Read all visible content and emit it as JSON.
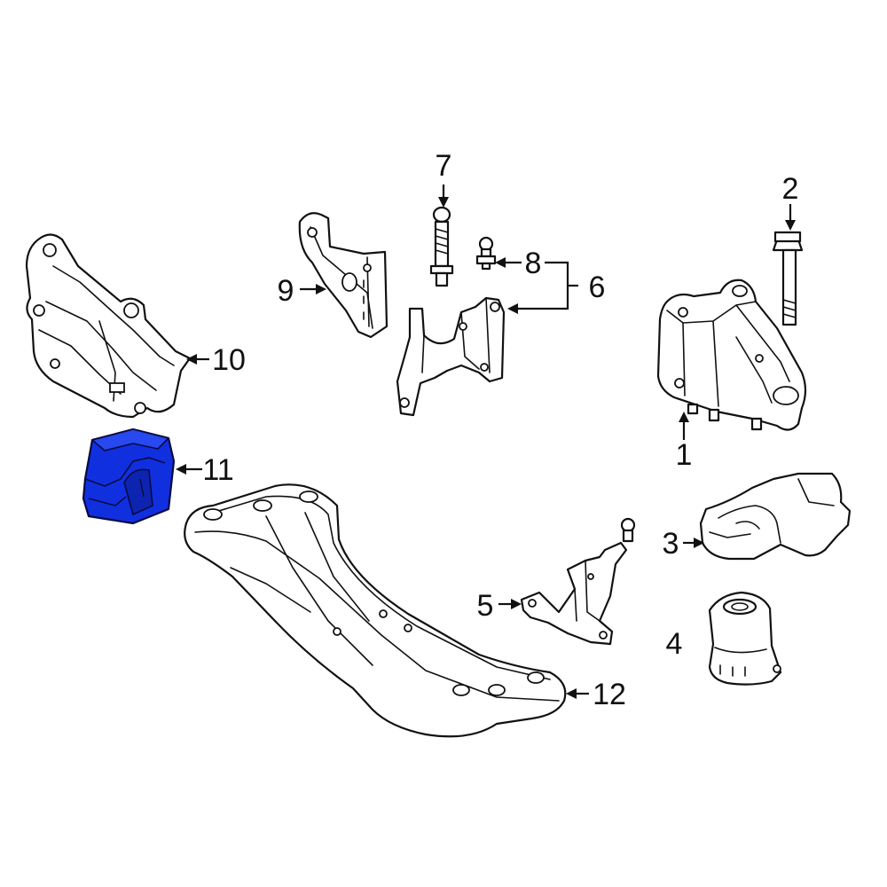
{
  "diagram": {
    "highlight_color": "#1030e0",
    "callouts": [
      {
        "number": "1",
        "part": "engine-mount"
      },
      {
        "number": "2",
        "part": "mount-bolt"
      },
      {
        "number": "3",
        "part": "heat-shield"
      },
      {
        "number": "4",
        "part": "rubber-bushing"
      },
      {
        "number": "5",
        "part": "small-bracket"
      },
      {
        "number": "6",
        "part": "bracket-assembly"
      },
      {
        "number": "7",
        "part": "stud-bolt"
      },
      {
        "number": "8",
        "part": "ball-stud"
      },
      {
        "number": "9",
        "part": "support-bracket"
      },
      {
        "number": "10",
        "part": "engine-bracket"
      },
      {
        "number": "11",
        "part": "transmission-mount",
        "highlighted": true
      },
      {
        "number": "12",
        "part": "crossmember"
      }
    ]
  }
}
